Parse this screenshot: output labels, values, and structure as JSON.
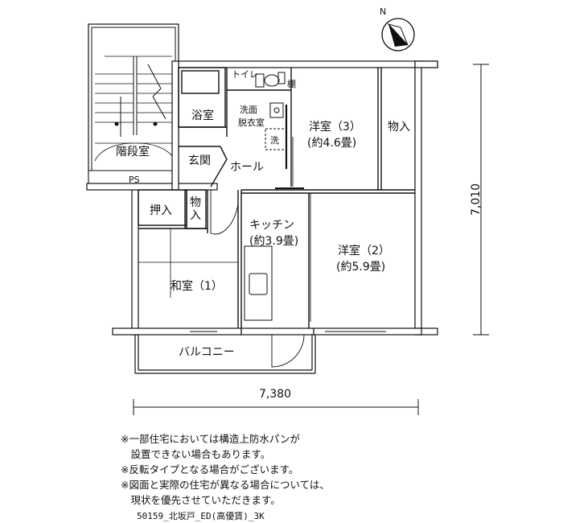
{
  "compass": {
    "north": "N"
  },
  "rooms": {
    "stair": "階段室",
    "ps": "PS",
    "bath": "浴室",
    "toilet": "トイレ",
    "shelf": "棚",
    "washroom_l1": "洗面",
    "washroom_l2": "脱衣室",
    "washer": "洗",
    "entry": "玄関",
    "hall": "ホール",
    "closet_oshiire": "押入",
    "closet_mono_small": "物入",
    "western3_name": "洋室（3）",
    "western3_size": "(約4.6畳)",
    "storage": "物入",
    "kitchen_name": "キッチン",
    "kitchen_size": "(約3.9畳)",
    "western2_name": "洋室（2）",
    "western2_size": "(約5.9畳)",
    "japanese_name": "和室（1）",
    "balcony": "バルコニー"
  },
  "dimensions": {
    "width": "7,380",
    "depth": "7,010"
  },
  "notes": [
    "※一部住宅においては構造上防水パンが",
    "　設置できない場合もあります。",
    "※反転タイプとなる場合がございます。",
    "※図面と実際の住宅が異なる場合については、",
    "　現状を優先させていただきます。"
  ],
  "code": "50159_北坂戸_ED(高優賃)_3K"
}
